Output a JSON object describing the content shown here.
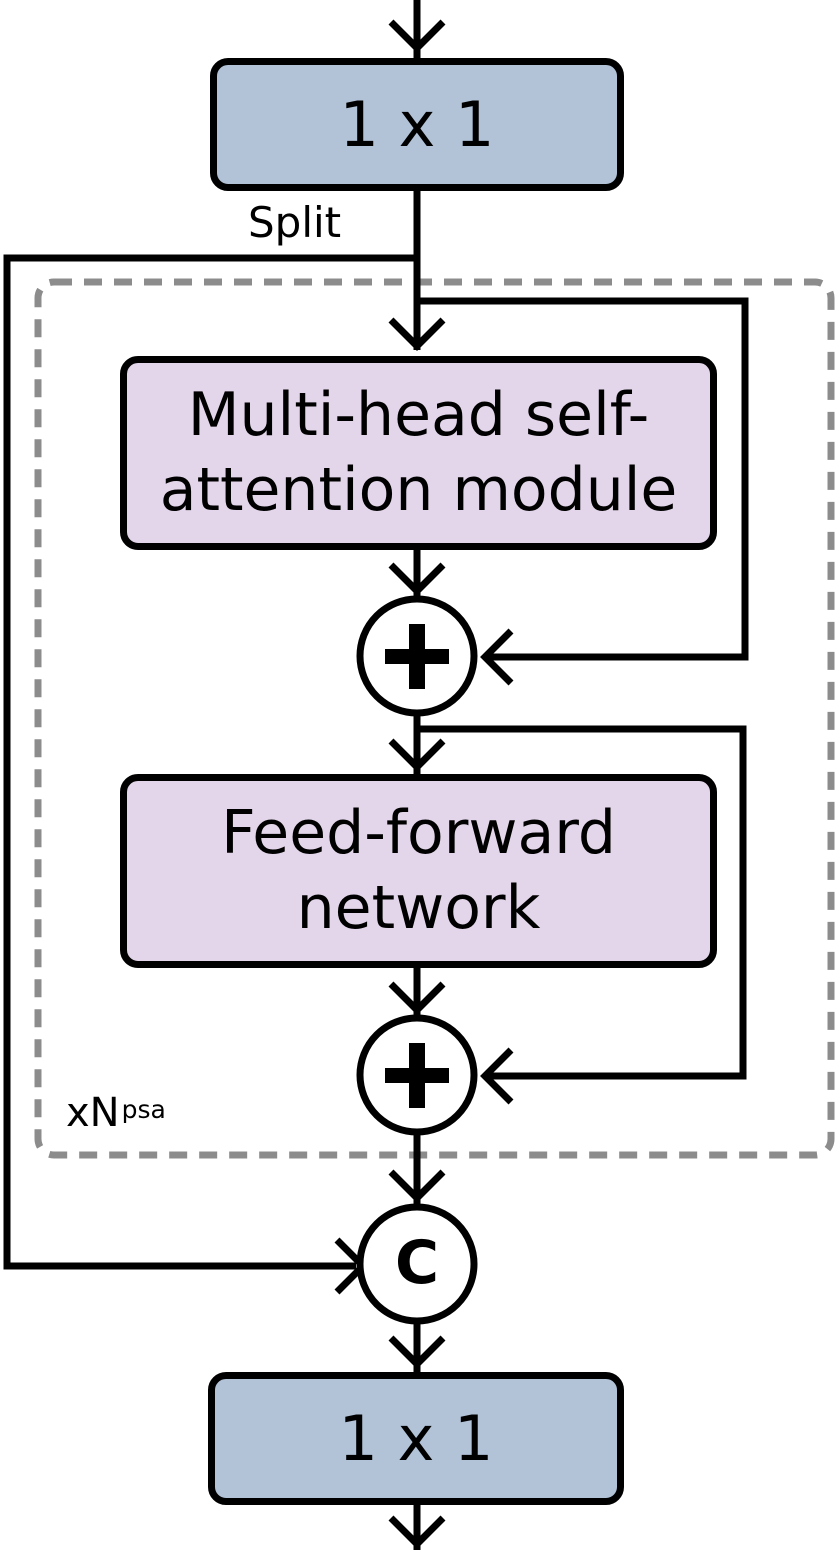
{
  "top_conv": {
    "label": "1 x 1"
  },
  "split_label": "Split",
  "attention": {
    "line1": "Multi-head self-",
    "line2": "attention module"
  },
  "ffn": {
    "line1": "Feed-forward",
    "line2": "network"
  },
  "add_symbol": "+",
  "concat_symbol": "C",
  "repeat": {
    "prefix": "xN",
    "subscript": "psa"
  },
  "bottom_conv": {
    "label": "1 x 1"
  },
  "colors": {
    "conv_fill": "#b2c3d8",
    "module_fill": "#e3d6ea",
    "dashed_border": "#8c8c8c"
  }
}
